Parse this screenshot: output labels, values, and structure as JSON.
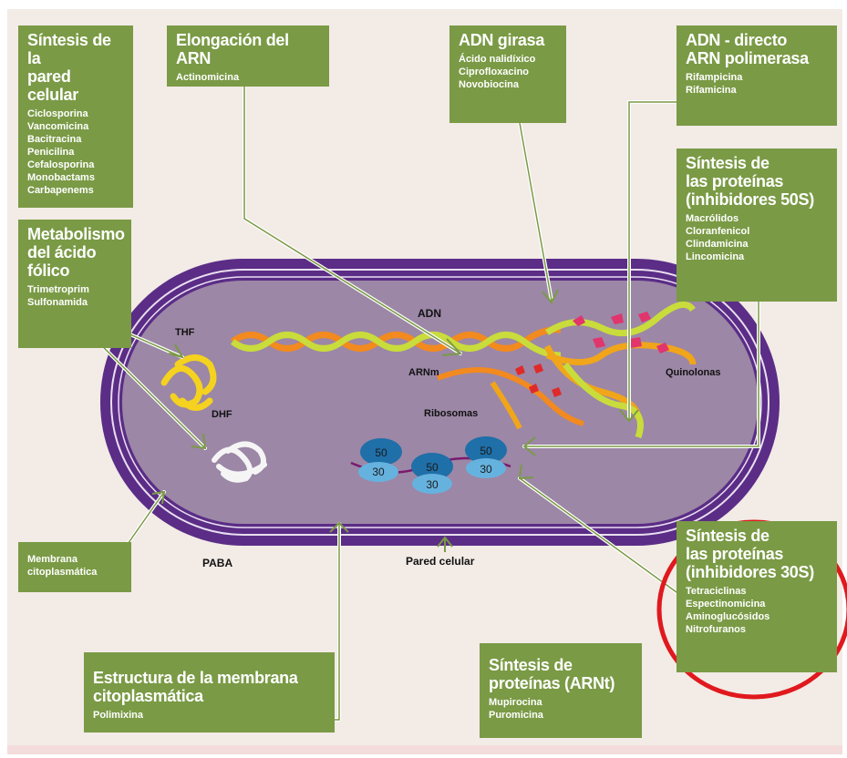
{
  "boxes": {
    "pared": {
      "title1": "Síntesis de la",
      "title2": "pared celular",
      "items": [
        "Ciclosporina",
        "Vancomicina",
        "Bacitracina",
        "Penicilina",
        "Cefalosporina",
        "Monobactams",
        "Carbapenems"
      ]
    },
    "elongacion": {
      "title1": "Elongación del ARN",
      "items": [
        "Actinomicina"
      ]
    },
    "girasa": {
      "title1": "ADN girasa",
      "items": [
        "Ácido nalidíxico",
        "Ciprofloxacino",
        "Novobiocina"
      ]
    },
    "polimerasa": {
      "title1": "ADN - directo",
      "title2": "ARN polimerasa",
      "items": [
        "Rifampicina",
        "Rifamicina"
      ]
    },
    "folico": {
      "title1": "Metabolismo",
      "title2": "del ácido",
      "title3": "fólico",
      "items": [
        "Trimetroprim",
        "Sulfonamida"
      ]
    },
    "p50": {
      "title1": "Síntesis de",
      "title2": "las proteínas",
      "title3": "(inhibidores 50S)",
      "items": [
        "Macrólidos",
        "Cloranfenicol",
        "Clindamicina",
        "Lincomicina"
      ]
    },
    "membrana": {
      "title1": "Membrana",
      "title2": "citoplasmática"
    },
    "p30": {
      "title1": "Síntesis de",
      "title2": "las proteínas",
      "title3": "(inhibidores 30S)",
      "items": [
        "Tetraciclinas",
        "Espectinomicina",
        "Aminoglucósidos",
        "Nitrofuranos"
      ]
    },
    "estructura": {
      "title1": "Estructura de la membrana",
      "title2": "citoplasmática",
      "items": [
        "Polimixina"
      ]
    },
    "arnt": {
      "title1": "Síntesis de",
      "title2": "proteínas (ARNt)",
      "items": [
        "Mupirocina",
        "Puromicina"
      ]
    }
  },
  "labels": {
    "thf": "THF",
    "dhf": "DHF",
    "adn": "ADN",
    "arnm": "ARNm",
    "ribosomas": "Ribosomas",
    "quinolonas": "Quinolonas",
    "paba": "PABA",
    "pared_celular": "Pared celular",
    "s50": "50",
    "s30": "30"
  },
  "colors": {
    "box": "#7a9a45",
    "cell_outer": "#5b2d86",
    "cell_inner": "#9c87a6",
    "highlight": "#e0191e"
  }
}
